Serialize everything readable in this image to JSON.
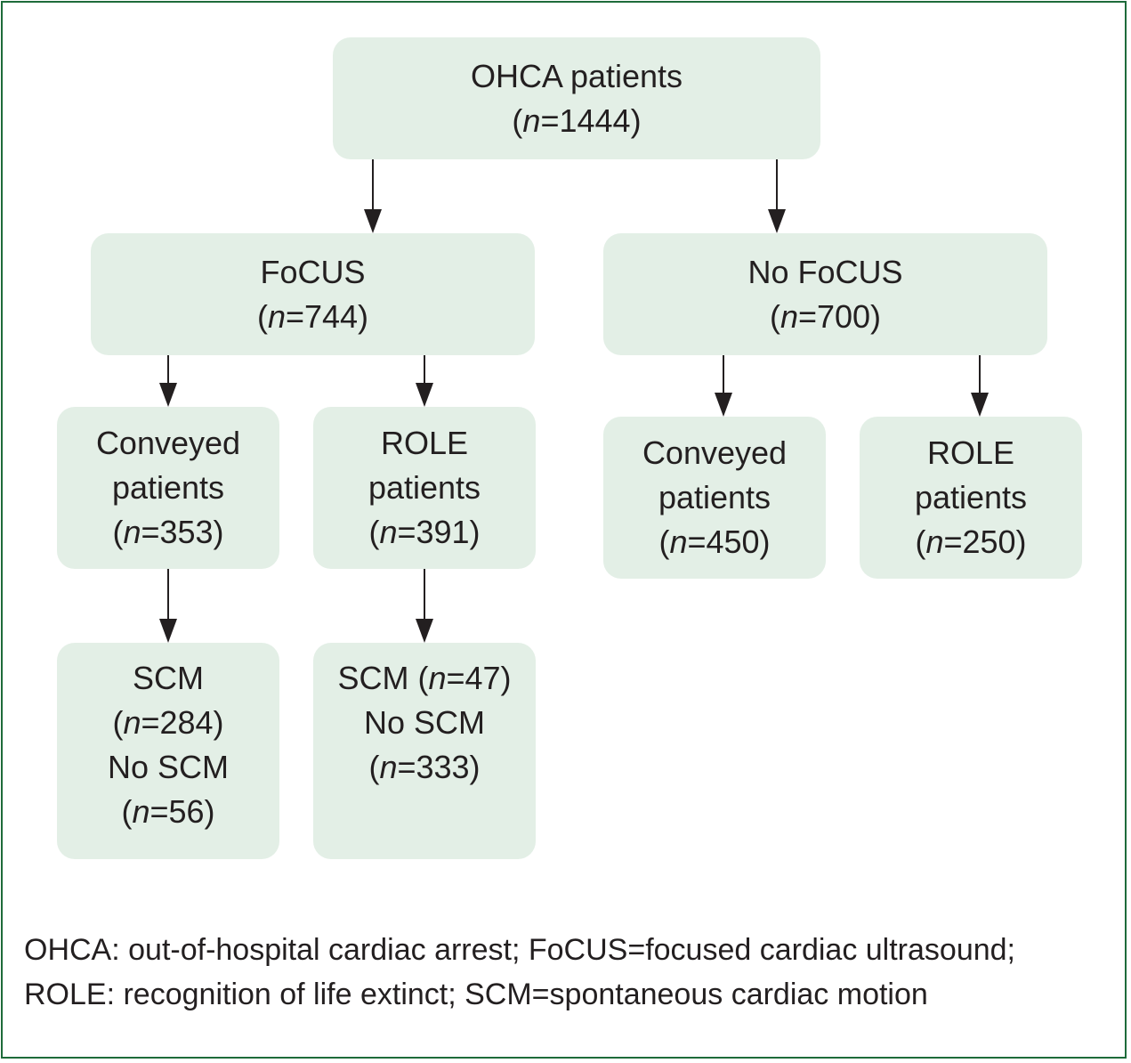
{
  "nodes": {
    "root": {
      "lines": [
        {
          "text": "OHCA patients"
        },
        {
          "pre": "(",
          "n": "n",
          "post": "=1444)"
        }
      ]
    },
    "focus": {
      "lines": [
        {
          "text": "FoCUS"
        },
        {
          "pre": "(",
          "n": "n",
          "post": "=744)"
        }
      ]
    },
    "no_focus": {
      "lines": [
        {
          "text": "No FoCUS"
        },
        {
          "pre": "(",
          "n": "n",
          "post": "=700)"
        }
      ]
    },
    "focus_conveyed": {
      "lines": [
        {
          "text": "Conveyed"
        },
        {
          "text": "patients"
        },
        {
          "pre": "(",
          "n": "n",
          "post": "=353)"
        }
      ]
    },
    "focus_role": {
      "lines": [
        {
          "text": "ROLE"
        },
        {
          "text": "patients"
        },
        {
          "pre": "(",
          "n": "n",
          "post": "=391)"
        }
      ]
    },
    "nofocus_conveyed": {
      "lines": [
        {
          "text": "Conveyed"
        },
        {
          "text": "patients"
        },
        {
          "pre": "(",
          "n": "n",
          "post": "=450)"
        }
      ]
    },
    "nofocus_role": {
      "lines": [
        {
          "text": "ROLE"
        },
        {
          "text": "patients"
        },
        {
          "pre": "(",
          "n": "n",
          "post": "=250)"
        }
      ]
    },
    "conveyed_scm": {
      "lines": [
        {
          "text": "SCM"
        },
        {
          "pre": "(",
          "n": "n",
          "post": "=284)"
        },
        {
          "text": "No SCM"
        },
        {
          "pre": "(",
          "n": "n",
          "post": "=56)"
        }
      ]
    },
    "role_scm": {
      "lines": [
        {
          "pre": "SCM (",
          "n": "n",
          "post": "=47)"
        },
        {
          "text": "No SCM"
        },
        {
          "pre": "(",
          "n": "n",
          "post": "=333)"
        }
      ]
    }
  },
  "caption": {
    "line1": "OHCA: out-of-hospital cardiac arrest; FoCUS=focused cardiac ultrasound;",
    "line2": "ROLE: recognition of life extinct; SCM=spontaneous cardiac motion"
  },
  "colors": {
    "box_fill": "#e3efe6",
    "border": "#1e6b3a",
    "arrow": "#231f20",
    "text": "#231f20"
  }
}
